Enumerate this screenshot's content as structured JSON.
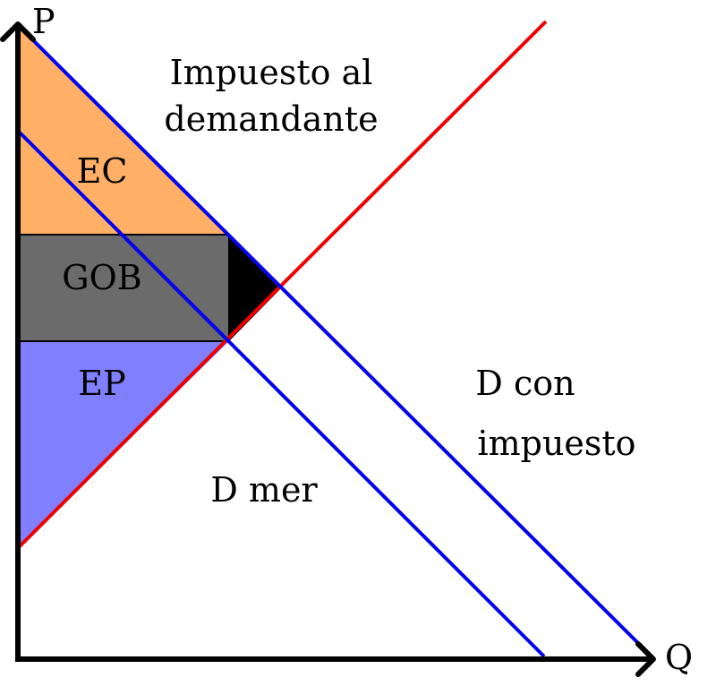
{
  "axes": {
    "y_label": "P",
    "x_label": "Q"
  },
  "regions": {
    "ec": "EC",
    "gob": "GOB",
    "ep": "EP"
  },
  "labels": {
    "tax_line1": "Impuesto al",
    "tax_line2": "demandante",
    "d_tax_line1": "D con",
    "d_tax_line2": "impuesto",
    "d_mer": "D mer"
  },
  "colors": {
    "ec": "#ffb066",
    "gob": "#6b6b6b",
    "ep": "#8080ff",
    "deadweight": "#000000",
    "demand": "#0000ee",
    "supply": "#ee0000",
    "axis": "#000000"
  }
}
